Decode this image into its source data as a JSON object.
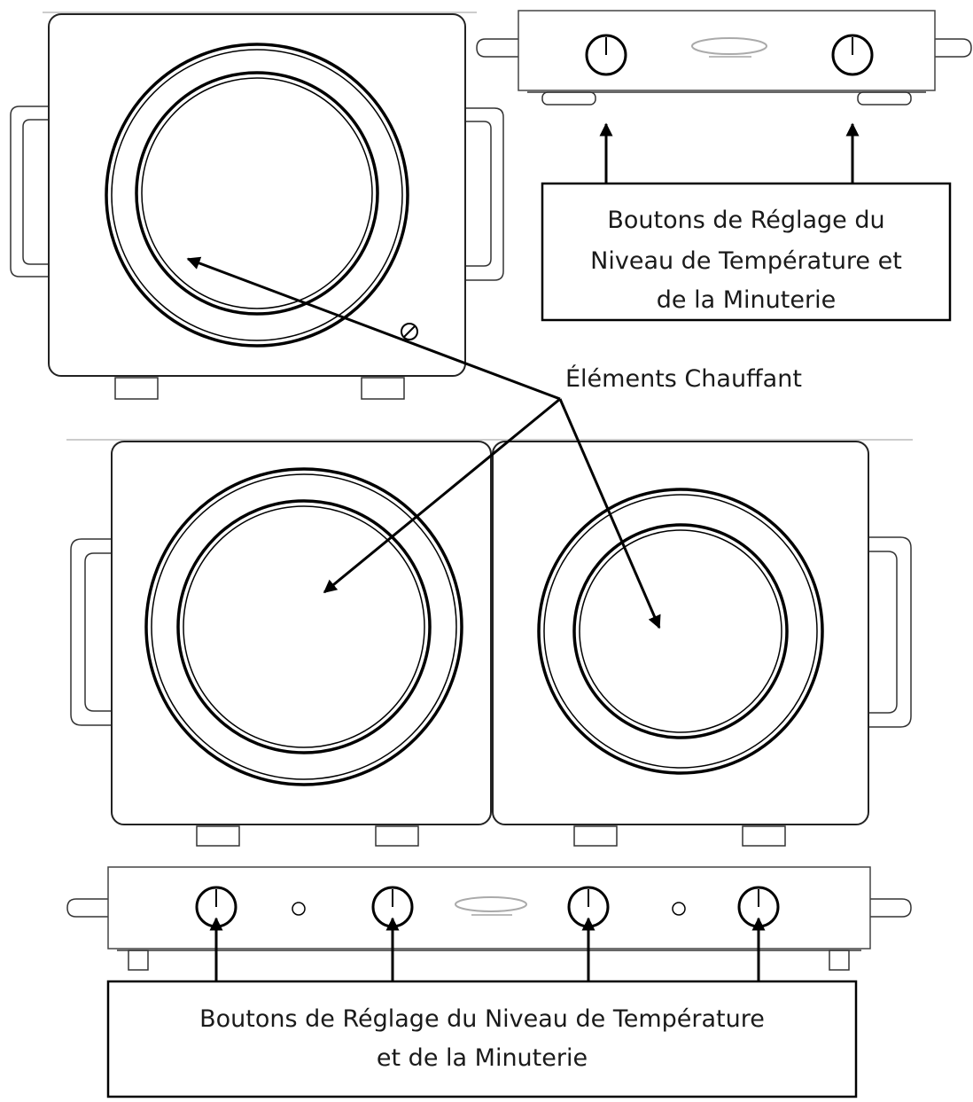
{
  "callouts": {
    "top_controls": [
      "Boutons de Réglage du",
      "Niveau de Température et",
      "de la Minuterie"
    ],
    "heating_elements": "Éléments Chauffant",
    "bottom_controls": [
      "Boutons de Réglage du Niveau de Température",
      "et de la Minuterie"
    ]
  },
  "colors": {
    "ink": "#000000",
    "faint": "#bbbbbb"
  }
}
